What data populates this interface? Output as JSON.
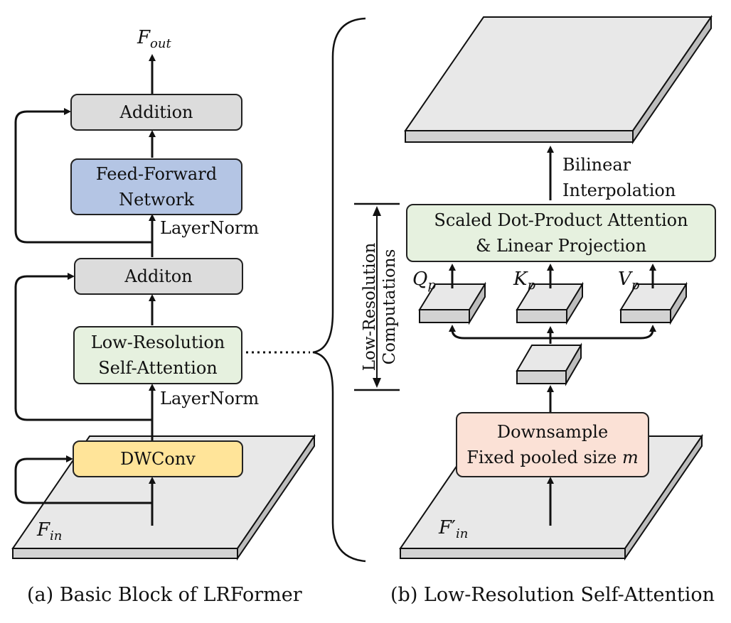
{
  "left": {
    "output": "F",
    "output_sub": "out",
    "addition_top": "Addition",
    "ffn_line1": "Feed-Forward",
    "ffn_line2": "Network",
    "layernorm_top": "LayerNorm",
    "addition_mid": "Additon",
    "lrsa_line1": "Low-Resolution",
    "lrsa_line2": "Self-Attention",
    "layernorm_bottom": "LayerNorm",
    "dwconv": "DWConv",
    "input": "F",
    "input_sub": "in"
  },
  "right": {
    "bilinear_line1": "Bilinear",
    "bilinear_line2": "Interpolation",
    "attn_line1": "Scaled Dot-Product Attention",
    "attn_line2": "& Linear Projection",
    "q": "Q",
    "q_sub": "p",
    "k": "K",
    "k_sub": "p",
    "v": "V",
    "v_sub": "p",
    "lowres_line1": "Low-Resolution",
    "lowres_line2": "Computations",
    "downsample_line1": "Downsample",
    "downsample_line2": "Fixed pooled size",
    "downsample_m": "m",
    "input": "F",
    "input_prime": "′",
    "input_sub": "in"
  },
  "captions": {
    "a": "(a) Basic Block of LRFormer",
    "b": "(b) Low-Resolution Self-Attention"
  },
  "colors": {
    "gray": "#dcdcdc",
    "blue": "#b4c5e4",
    "green": "#e6f1df",
    "yellow": "#ffe499",
    "peach": "#fbe1d6"
  }
}
